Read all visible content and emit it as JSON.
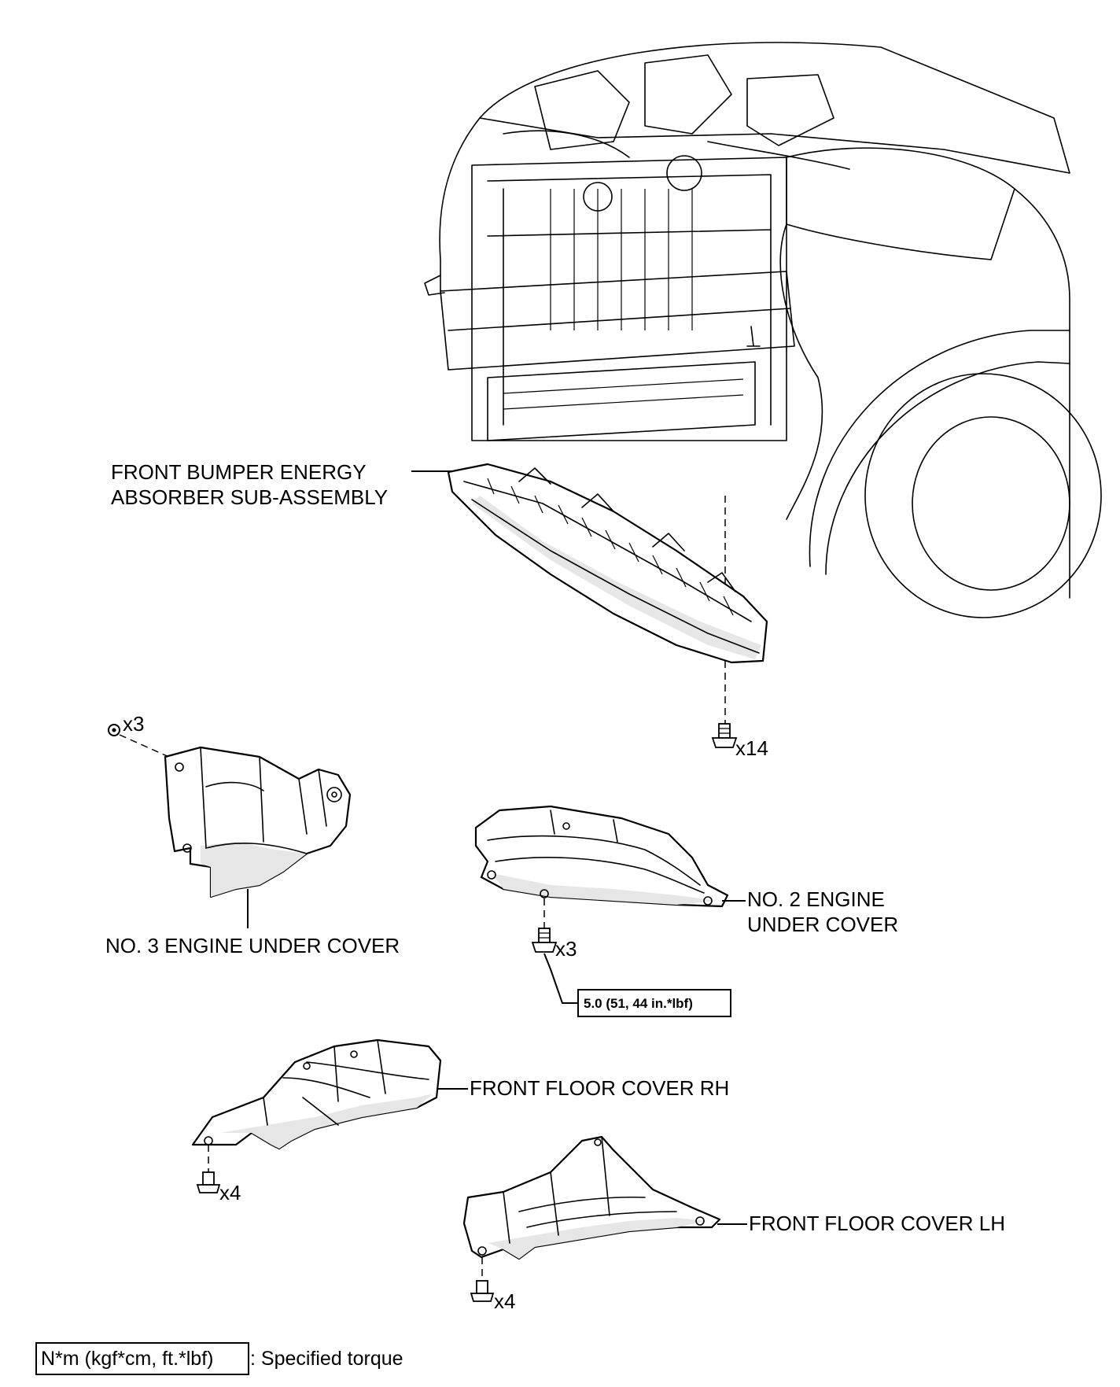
{
  "parts": {
    "bumper_absorber_line1": "FRONT BUMPER ENERGY",
    "bumper_absorber_line2": "ABSORBER SUB-ASSEMBLY",
    "engine_cover_3": "NO. 3 ENGINE UNDER COVER",
    "engine_cover_2_line1": "NO. 2 ENGINE",
    "engine_cover_2_line2": "UNDER COVER",
    "floor_cover_rh": "FRONT FLOOR COVER RH",
    "floor_cover_lh": "FRONT FLOOR COVER LH"
  },
  "fasteners": {
    "absorber_qty": "x14",
    "cover3_qty": "x3",
    "cover2_qty": "x3",
    "rh_qty": "x4",
    "lh_qty": "x4"
  },
  "torque": {
    "cover2_value": "5.0 (51, 44 in.*lbf)"
  },
  "legend": {
    "unit": "N*m (kgf*cm, ft.*lbf)",
    "description": ": Specified torque"
  }
}
